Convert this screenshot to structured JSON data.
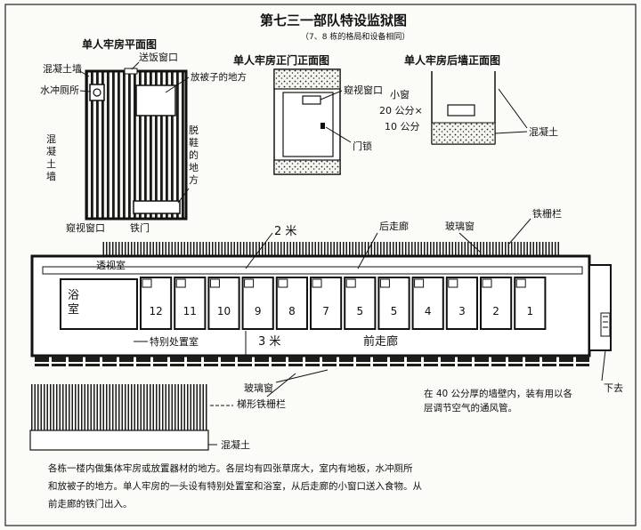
{
  "title": "第七三一部队特设监狱图",
  "subtitle": "（7、8 栋的格局和设备相同）",
  "plan": {
    "heading": "单人牢房平面图",
    "concrete_wall": "混凝土墙",
    "food_window": "送饭窗口",
    "toilet": "水冲厕所",
    "bedding_place": "放被子的地方",
    "concrete_wall_side": "混凝土墙",
    "shoe_place": "脱鞋的地方",
    "peep_window": "窥视窗口",
    "iron_door": "铁门"
  },
  "front": {
    "heading": "单人牢房正门正面图",
    "peep_window": "窥视窗口",
    "lock": "门锁"
  },
  "back": {
    "heading": "单人牢房后墙正面图",
    "small_window": "小窗",
    "size_1": "20 公分×",
    "size_2": "10 公分",
    "concrete": "混凝土"
  },
  "corridor": {
    "two_m": "2 米",
    "rear_corridor": "后走廊",
    "glass_window": "玻璃窗",
    "iron_railing": "铁栅栏",
    "peep_room": "透视室",
    "bath": "浴室",
    "special_room": "特别处置室",
    "three_m": "3 米",
    "front_corridor": "前走廊",
    "downstairs": "下去",
    "cells": [
      "12",
      "11",
      "10",
      "9",
      "8",
      "7",
      "5",
      "5",
      "4",
      "3",
      "2",
      "1"
    ]
  },
  "lower": {
    "glass_window": "玻璃窗",
    "ladder_railing": "梯形铁栅栏",
    "concrete": "混凝土",
    "wall_note_1": "在 40 公分厚的墙壁内，装有用以各",
    "wall_note_2": "层调节空气的通风管。"
  },
  "caption": {
    "line1": "各栋一楼内做集体牢房或放置器材的地方。各层均有四张草席大，室内有地板，水冲厕所",
    "line2": "和放被子的地方。单人牢房的一头设有特别处置室和浴室，从后走廊的小窗口送入食物。从",
    "line3": "前走廊的铁门出入。"
  }
}
